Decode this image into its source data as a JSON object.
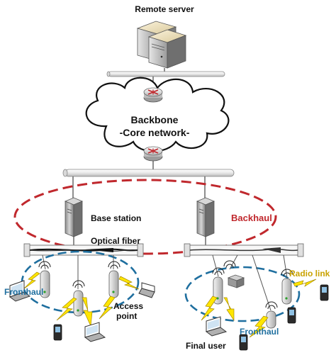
{
  "labels": {
    "remote_server": "Remote server",
    "backbone": "Backbone",
    "core_network": "-Core network-",
    "base_station": "Base station",
    "backhaul": "Backhaul",
    "optical_fiber": "Optical fiber",
    "radio_link": "Radio link",
    "fronthaul_left": "Fronthaul",
    "fronthaul_right": "Fronthaul",
    "access_point_line1": "Access",
    "access_point_line2": "point",
    "final_user": "Final user"
  },
  "colors": {
    "backhaul_red": "#c0282d",
    "fronthaul_blue": "#1f6f9f",
    "radio_link_gold": "#c9a200",
    "lightning_yellow": "#ffe600",
    "server_gray": "#a9a9a9"
  }
}
